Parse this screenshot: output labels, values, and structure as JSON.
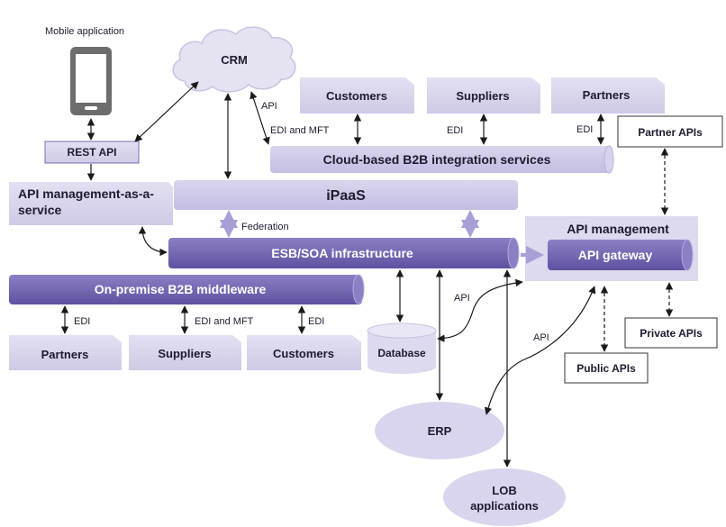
{
  "diagram": {
    "mobile_app_label": "Mobile application",
    "crm": "CRM",
    "rest_api": "REST API",
    "api_mgmt_service": [
      "API management-as-a-",
      "service"
    ],
    "ipaas": "iPaaS",
    "federation": "Federation",
    "esb": "ESB/SOA infrastructure",
    "onprem_b2b": "On-premise B2B middleware",
    "cloud_b2b": "Cloud-based B2B integration services",
    "cloud_partners": {
      "customers": "Customers",
      "suppliers": "Suppliers",
      "partners": "Partners"
    },
    "onprem_partners": {
      "partners": "Partners",
      "suppliers": "Suppliers",
      "customers": "Customers"
    },
    "edge_labels": {
      "api": "API",
      "edi": "EDI",
      "edi_mft": "EDI  and  MFT",
      "edi_and_mft": "EDI and MFT"
    },
    "partner_apis": "Partner APIs",
    "api_management": "API management",
    "api_gateway": "API gateway",
    "private_apis": "Private APIs",
    "public_apis": "Public APIs",
    "database": "Database",
    "erp": "ERP",
    "lob": [
      "LOB",
      "applications"
    ],
    "colors": {
      "light_purple": "#cfcae6",
      "mid_purple": "#9f95cc",
      "dark_purple": "#6a5ba8",
      "text": "#1c1c30"
    }
  }
}
